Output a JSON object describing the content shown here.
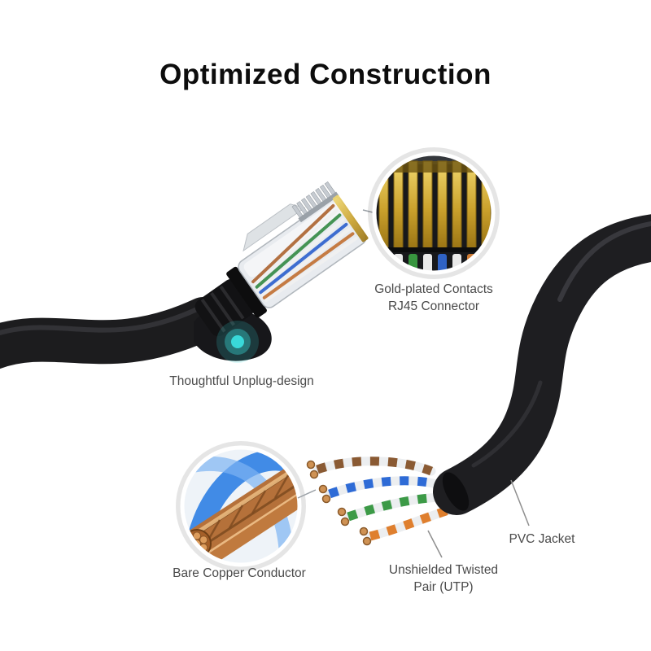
{
  "title": "Optimized Construction",
  "callouts": {
    "gold_contacts": {
      "line1": "Gold-plated Contacts",
      "line2": "RJ45 Connector"
    },
    "unplug": {
      "label": "Thoughtful Unplug-design"
    },
    "bare_copper": {
      "label": "Bare Copper Conductor"
    },
    "utp": {
      "line1": "Unshielded Twisted",
      "line2": "Pair (UTP)"
    },
    "pvc": {
      "label": "PVC Jacket"
    }
  },
  "colors": {
    "accent_cyan": "#3ADEDE",
    "gold_contact": "#D9B441",
    "bare_copper": "#B5713A",
    "jacket_black": "#1E1E21",
    "pair_brown": "#8A5A33",
    "pair_blue": "#2E6BD6",
    "pair_green": "#3C9A47",
    "pair_orange": "#DF7F2E",
    "label_text": "#4A4A4A"
  }
}
